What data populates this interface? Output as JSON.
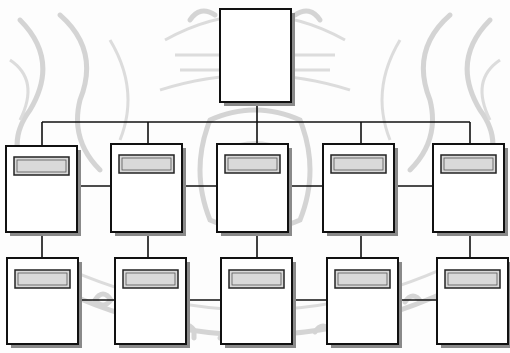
{
  "diagram": {
    "type": "org-chart",
    "root": {
      "id": "root",
      "label": ""
    },
    "level1": [
      {
        "id": "n1",
        "label": ""
      },
      {
        "id": "n2",
        "label": ""
      },
      {
        "id": "n3",
        "label": ""
      },
      {
        "id": "n4",
        "label": ""
      },
      {
        "id": "n5",
        "label": ""
      }
    ],
    "level2": [
      {
        "id": "m1",
        "parent": "n1",
        "label": ""
      },
      {
        "id": "m2",
        "parent": "n2",
        "label": ""
      },
      {
        "id": "m3",
        "parent": "n3",
        "label": ""
      },
      {
        "id": "m4",
        "parent": "n4",
        "label": ""
      },
      {
        "id": "m5",
        "parent": "n5",
        "label": ""
      }
    ],
    "sibling_links": true
  },
  "watermark": {
    "description_visible": false
  }
}
